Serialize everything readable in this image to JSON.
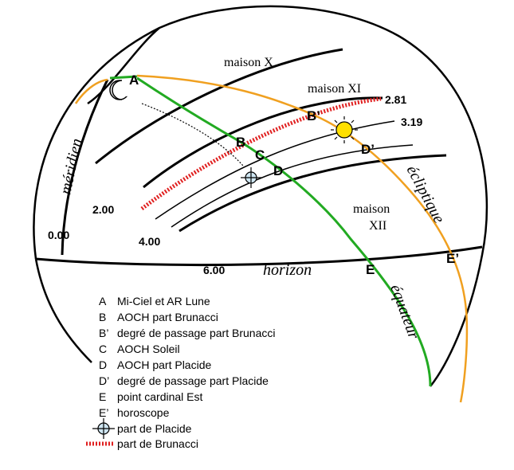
{
  "labels": {
    "maison_x": "maison X",
    "maison_xi": "maison XI",
    "maison_xii_1": "maison",
    "maison_xii_2": "XII",
    "meridien": "méridien",
    "horizon": "horizon",
    "ecliptique": "écliptique",
    "equateur": "équateur"
  },
  "numbers": {
    "n000": "0.00",
    "n200": "2.00",
    "n400": "4.00",
    "n600": "6.00",
    "n281": "2.81",
    "n319": "3.19"
  },
  "points": {
    "A": "A",
    "B": "B",
    "Bp": "B’",
    "C": "C",
    "D": "D",
    "Dp": "D’",
    "E": "E",
    "Ep": "E’"
  },
  "legend": [
    {
      "key": "A",
      "text": "Mi-Ciel et AR Lune"
    },
    {
      "key": "B",
      "text": "AOCH part Brunacci"
    },
    {
      "key": "B’",
      "text": "degré de passage part Brunacci"
    },
    {
      "key": "C",
      "text": "AOCH Soleil"
    },
    {
      "key": "D",
      "text": "AOCH part Placide"
    },
    {
      "key": "D’",
      "text": "degré de passage part Placide"
    },
    {
      "key": "E",
      "text": "point cardinal Est"
    },
    {
      "key": "E’",
      "text": "horoscope"
    },
    {
      "key": "",
      "text": "part de Placide"
    },
    {
      "key": "",
      "text": "part de Brunacci"
    }
  ],
  "colors": {
    "ecliptic": "#f0a020",
    "equator": "#22aa22",
    "brunacci": "#e02020",
    "sun": "#ffe000",
    "lines": "#000000"
  },
  "icons": [
    "moon-icon",
    "sun-icon",
    "placide-part-icon"
  ]
}
